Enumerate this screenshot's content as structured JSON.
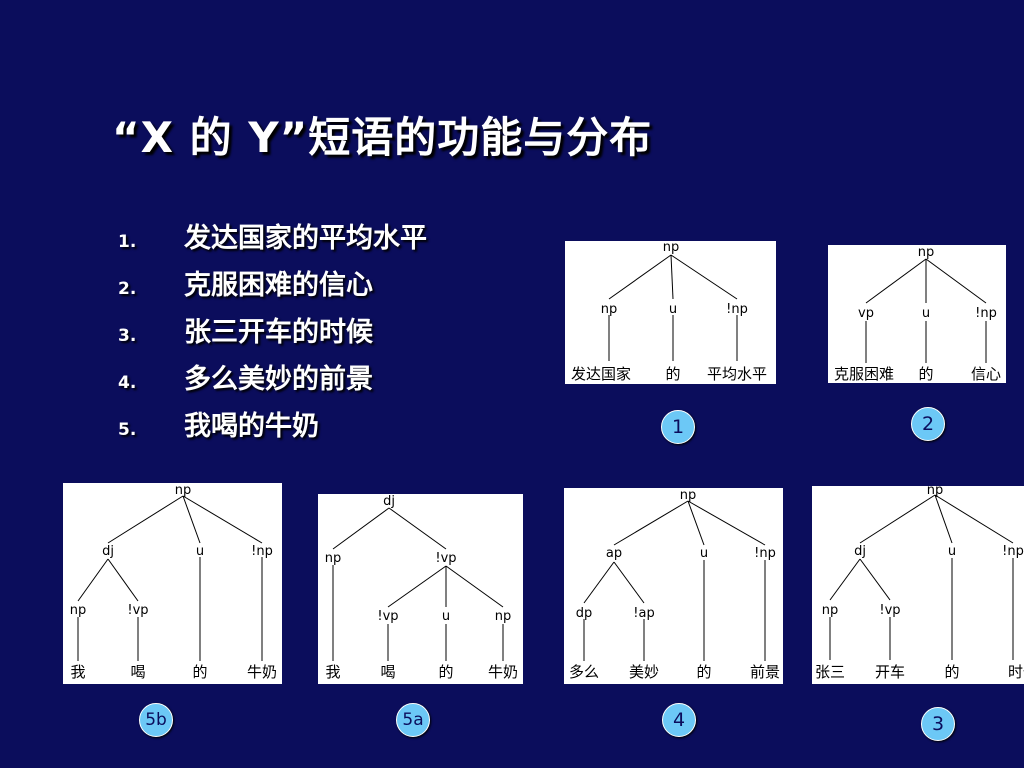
{
  "slide": {
    "title": "“X 的 Y”短语的功能与分布",
    "items": [
      {
        "num": "1.",
        "text": "发达国家的平均水平"
      },
      {
        "num": "2.",
        "text": "克服困难的信心"
      },
      {
        "num": "3.",
        "text": "张三开车的时候"
      },
      {
        "num": "4.",
        "text": "多么美妙的前景"
      },
      {
        "num": "5.",
        "text": "我喝的牛奶"
      }
    ]
  },
  "trees": {
    "t1": {
      "badge": "1",
      "root": "np",
      "left": "np",
      "mid": "u",
      "right": "!np",
      "w_left": "发达国家",
      "w_mid": "的",
      "w_right": "平均水平"
    },
    "t2": {
      "badge": "2",
      "root": "np",
      "left": "vp",
      "mid": "u",
      "right": "!np",
      "w_left": "克服困难",
      "w_mid": "的",
      "w_right": "信心"
    },
    "t3": {
      "badge": "3",
      "root": "np",
      "left": "dj",
      "mid": "u",
      "right": "!np",
      "ll": "np",
      "lr": "!vp",
      "w_ll": "张三",
      "w_lr": "开车",
      "w_mid": "的",
      "w_right": "时候"
    },
    "t4": {
      "badge": "4",
      "root": "np",
      "left": "ap",
      "mid": "u",
      "right": "!np",
      "ll": "dp",
      "lr": "!ap",
      "w_ll": "多么",
      "w_lr": "美妙",
      "w_mid": "的",
      "w_right": "前景"
    },
    "t5a": {
      "badge": "5a",
      "root": "dj",
      "left": "np",
      "right": "!vp",
      "rl": "!vp",
      "rm": "u",
      "rr": "np",
      "w_left": "我",
      "w_rl": "喝",
      "w_rm": "的",
      "w_rr": "牛奶"
    },
    "t5b": {
      "badge": "5b",
      "root": "np",
      "left": "dj",
      "mid": "u",
      "right": "!np",
      "ll": "np",
      "lr": "!vp",
      "w_ll": "我",
      "w_lr": "喝",
      "w_mid": "的",
      "w_right": "牛奶"
    }
  }
}
